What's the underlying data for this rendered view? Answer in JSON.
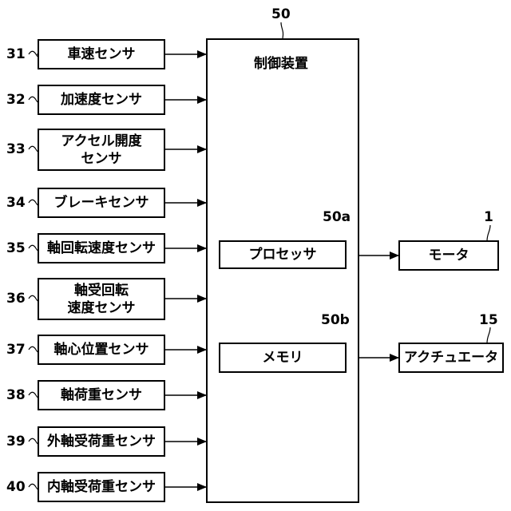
{
  "controller": {
    "ref": "50",
    "label": "制御装置"
  },
  "processor": {
    "ref": "50a",
    "label": "プロセッサ"
  },
  "memory": {
    "ref": "50b",
    "label": "メモリ"
  },
  "motor": {
    "ref": "1",
    "label": "モータ"
  },
  "actuator": {
    "ref": "15",
    "label": "アクチュエータ"
  },
  "sensors": [
    {
      "ref": "31",
      "lines": [
        "車速センサ"
      ]
    },
    {
      "ref": "32",
      "lines": [
        "加速度センサ"
      ]
    },
    {
      "ref": "33",
      "lines": [
        "アクセル開度",
        "センサ"
      ]
    },
    {
      "ref": "34",
      "lines": [
        "ブレーキセンサ"
      ]
    },
    {
      "ref": "35",
      "lines": [
        "軸回転速度センサ"
      ]
    },
    {
      "ref": "36",
      "lines": [
        "軸受回転",
        "速度センサ"
      ]
    },
    {
      "ref": "37",
      "lines": [
        "軸心位置センサ"
      ]
    },
    {
      "ref": "38",
      "lines": [
        "軸荷重センサ"
      ]
    },
    {
      "ref": "39",
      "lines": [
        "外軸受荷重センサ"
      ]
    },
    {
      "ref": "40",
      "lines": [
        "内軸受荷重センサ"
      ]
    }
  ]
}
